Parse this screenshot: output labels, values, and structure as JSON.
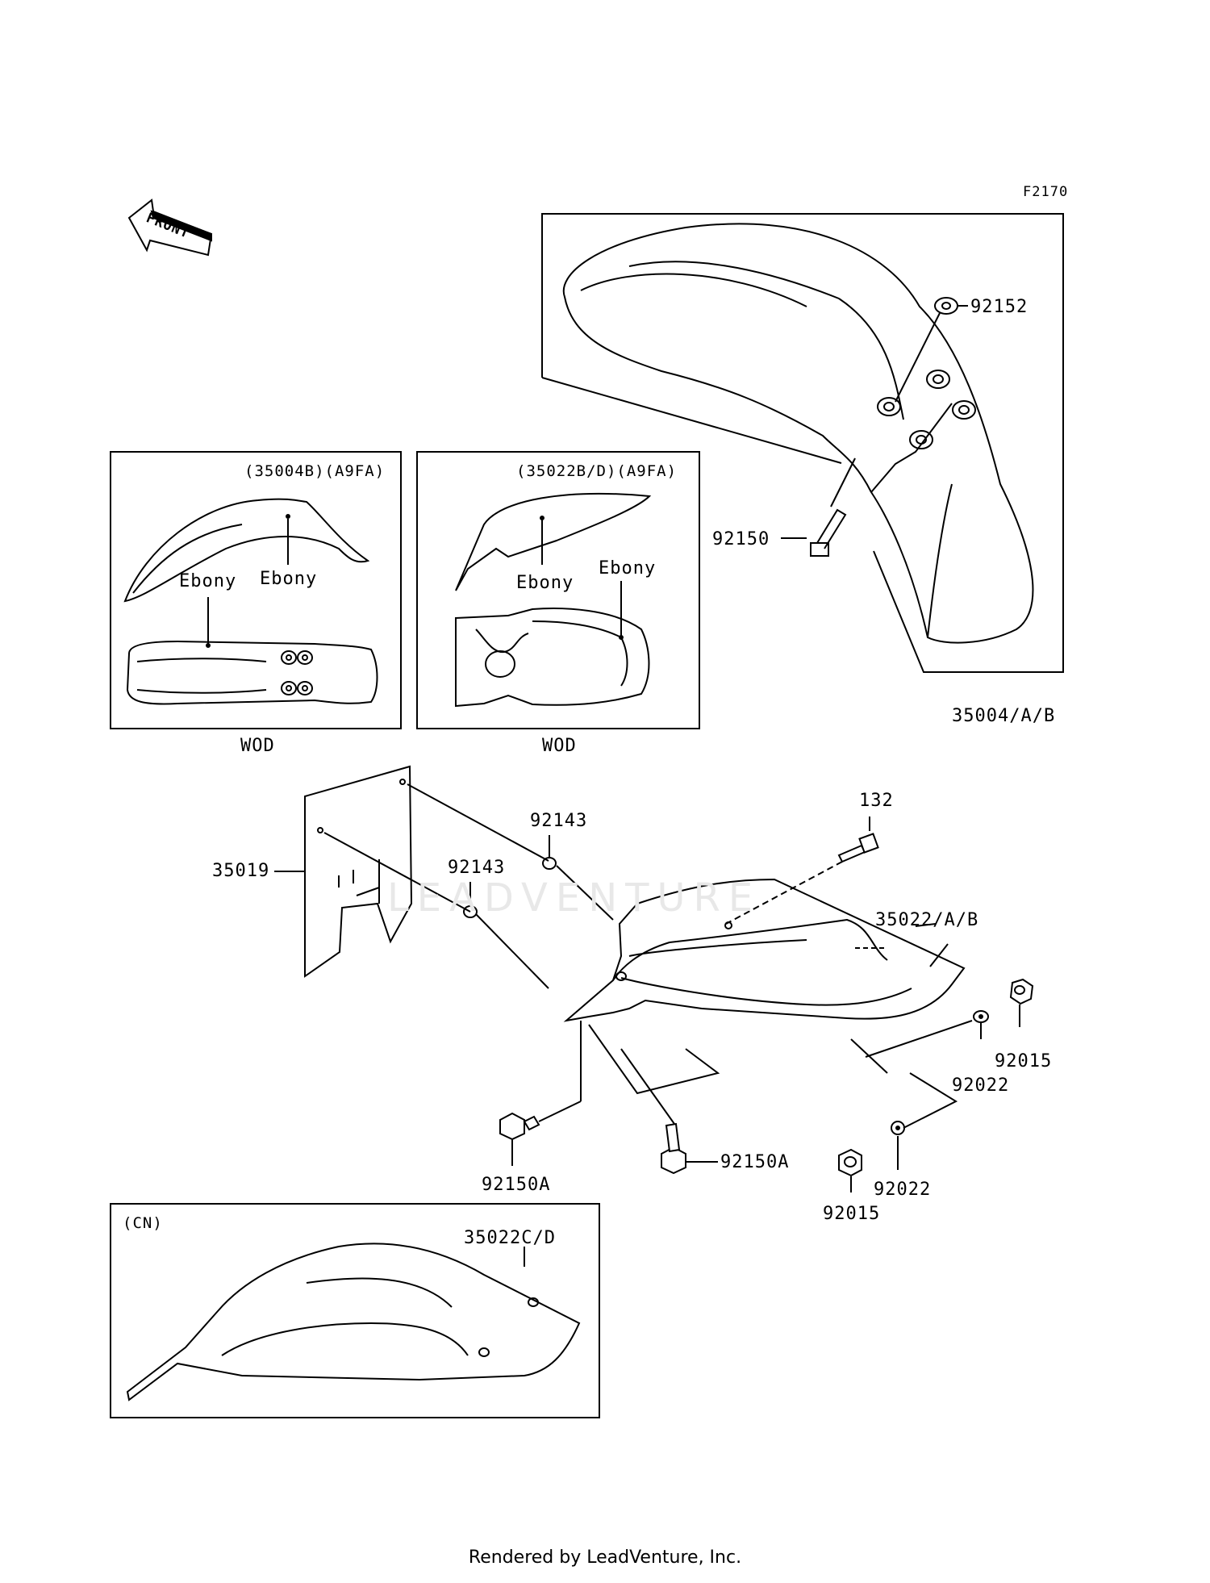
{
  "diagram": {
    "code": "F2170",
    "front_label": "FRONT",
    "parts": {
      "p92152": "92152",
      "p92150": "92150",
      "p35004": "35004/A/B",
      "p132": "132",
      "p92143a": "92143",
      "p92143b": "92143",
      "p35019": "35019",
      "p35022": "35022/A/B",
      "p92015a": "92015",
      "p92022a": "92022",
      "p92150a_left": "92150A",
      "p92150a_right": "92150A",
      "p92022b": "92022",
      "p92015b": "92015",
      "p35022cd": "35022C/D"
    },
    "inset_left": {
      "title": "(35004B)(A9FA)",
      "ebony1": "Ebony",
      "ebony2": "Ebony",
      "caption": "WOD"
    },
    "inset_right": {
      "title": "(35022B/D)(A9FA)",
      "ebony1": "Ebony",
      "ebony2": "Ebony",
      "caption": "WOD"
    },
    "inset_bottom": {
      "title": "(CN)"
    }
  },
  "watermark": "LEADVENTURE",
  "footer": "Rendered by LeadVenture, Inc."
}
